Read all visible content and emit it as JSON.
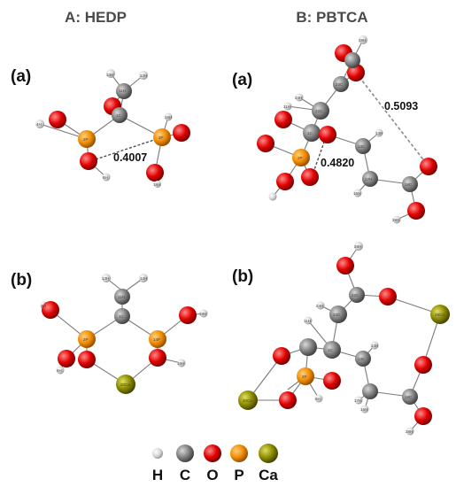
{
  "columns": {
    "left_title": "A: HEDP",
    "right_title": "B: PBTCA"
  },
  "panels": {
    "a_left": "(a)",
    "b_left": "(b)",
    "a_right": "(a)",
    "b_right": "(b)"
  },
  "distances": {
    "hedp_a": "0.4007",
    "pbtca_a1": "0.5093",
    "pbtca_a2": "0.4820"
  },
  "atoms": {
    "hedp_a": [
      "13H",
      "12H",
      "11H",
      "1C",
      "16H",
      "4H",
      "2P",
      "3P",
      "6H",
      "18H"
    ],
    "hedp_b": [
      "13H",
      "12H",
      "11H",
      "1C",
      "4H",
      "19H",
      "2P",
      "14P",
      "6H",
      "16H",
      "20Ca"
    ],
    "pbtca_a": [
      "28H",
      "23C",
      "11H",
      "24H",
      "22C",
      "1C",
      "13C",
      "13H",
      "18C",
      "2P",
      "16H",
      "17H",
      "28H"
    ],
    "pbtca_b": [
      "28H",
      "22C",
      "24H",
      "23C",
      "11H",
      "29Ca",
      "1C",
      "13C",
      "13H",
      "2P",
      "30Ca",
      "6H",
      "18C",
      "17H",
      "16H",
      "28H"
    ]
  },
  "legend": [
    {
      "symbol": "H",
      "color": "#d8d8d8"
    },
    {
      "symbol": "C",
      "color": "#8c8c8c"
    },
    {
      "symbol": "O",
      "color": "#e00000"
    },
    {
      "symbol": "P",
      "color": "#f28c00"
    },
    {
      "symbol": "Ca",
      "color": "#8a8a00"
    }
  ],
  "colors": {
    "H": "#d8d8d8",
    "C": "#8c8c8c",
    "O": "#e00000",
    "P": "#f28c00",
    "Ca": "#8a8a00"
  }
}
